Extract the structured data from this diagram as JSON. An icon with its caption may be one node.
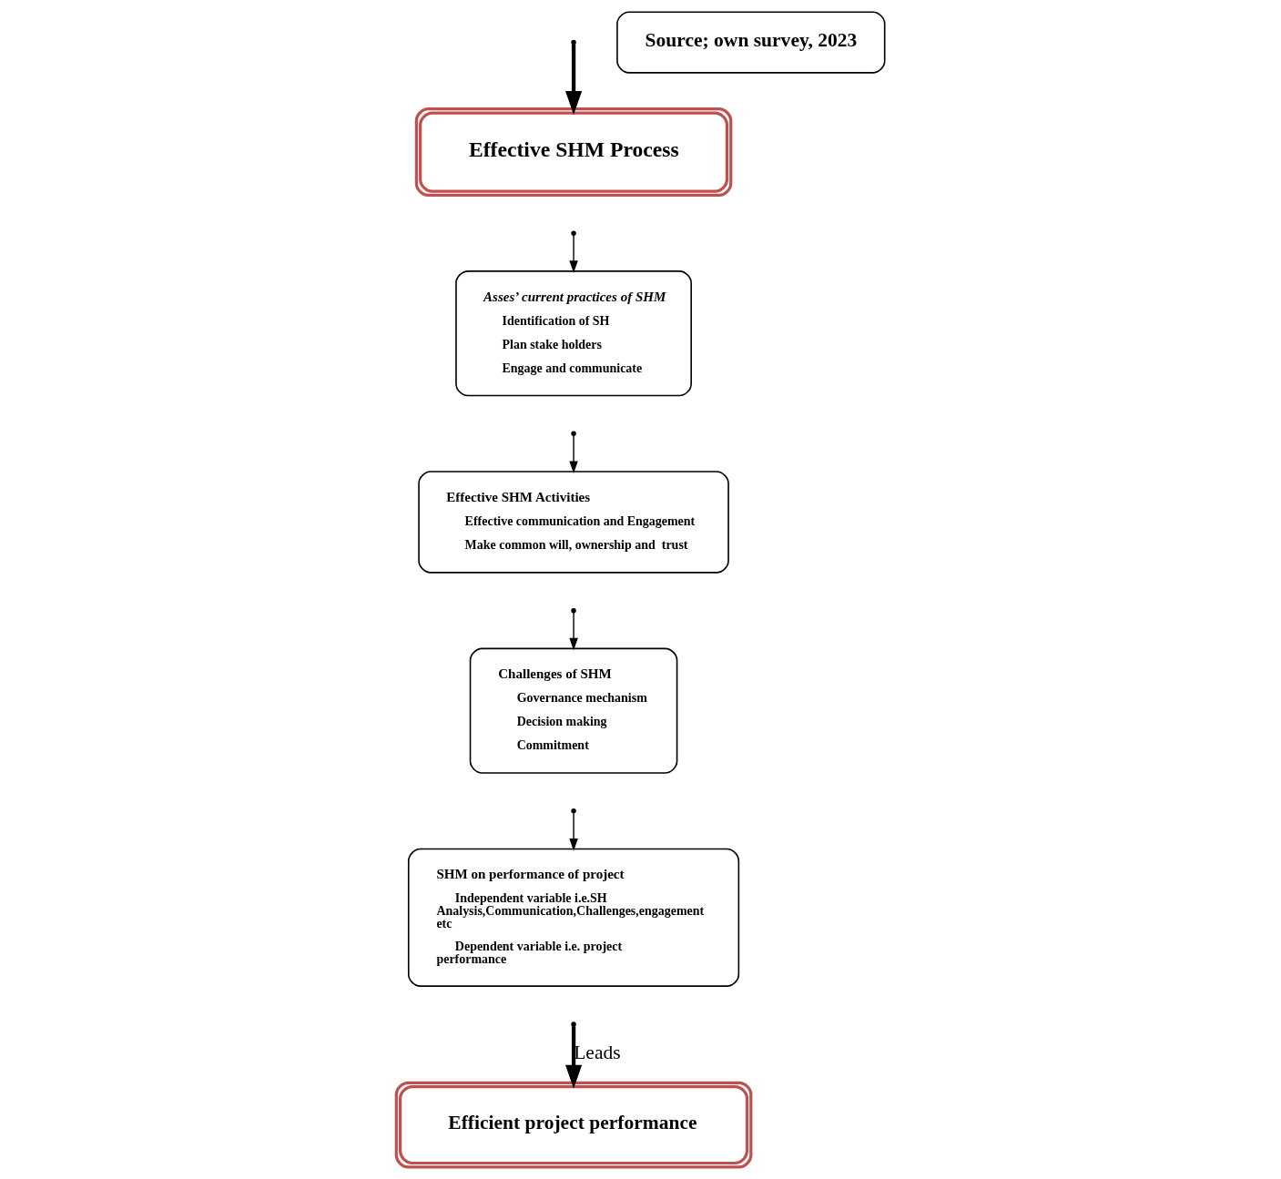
{
  "diagram": {
    "nodes": [
      {
        "text": [
          "Effective SHM Process"
        ]
      },
      {
        "text": [
          "Asses’ current practices of SHM",
          "Identification of SH",
          "Plan stake holders",
          "Engage and communicate"
        ]
      },
      {
        "text": [
          "Effective SHM Activities",
          "Effective communication and Engagement",
          "Make common will, ownership and  trust"
        ]
      },
      {
        "text": [
          "Challenges of SHM",
          "Governance mechanism",
          "Decision making",
          "Commitment"
        ]
      },
      {
        "text": [
          "SHM on performance of project",
          "Independent variable i.e.SH Analysis,Communication,Challenges,engagement etc",
          "Dependent variable i.e. project performance"
        ]
      },
      {
        "text": [
          "Efficient project performance"
        ]
      },
      {
        "text": [
          "Source; own survey, 2023"
        ]
      }
    ],
    "edges": [
      {
        "from": null,
        "to": 0,
        "arrow": "to",
        "style": "thick"
      },
      {
        "from": null,
        "to": 1,
        "arrow": "to"
      },
      {
        "from": null,
        "to": 2,
        "arrow": "to"
      },
      {
        "from": null,
        "to": 3,
        "arrow": "to"
      },
      {
        "from": null,
        "to": 4,
        "arrow": "to"
      },
      {
        "from": null,
        "to": 5,
        "arrow": "to",
        "style": "thick",
        "label": "Leads"
      }
    ]
  }
}
